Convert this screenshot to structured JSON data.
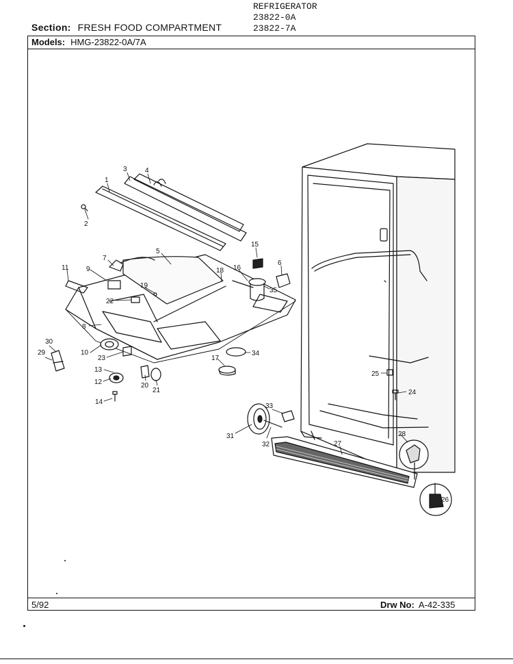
{
  "header": {
    "product": "REFRIGERATOR",
    "model_line_1": "23822-0A",
    "model_line_2": "23822-7A",
    "section_label": "Section:",
    "section_value": "FRESH FOOD COMPARTMENT",
    "models_label": "Models:",
    "models_value": "HMG-23822-0A/7A"
  },
  "footer": {
    "date": "5/92",
    "drw_label": "Drw No:",
    "drw_value": "A-42-335"
  },
  "callouts": [
    "1",
    "2",
    "3",
    "4",
    "5",
    "6",
    "7",
    "8",
    "9",
    "10",
    "11",
    "12",
    "13",
    "14",
    "15",
    "16",
    "17",
    "18",
    "19",
    "20",
    "21",
    "22",
    "23",
    "24",
    "25",
    "26",
    "27",
    "28",
    "29",
    "30",
    "31",
    "32",
    "33",
    "34",
    "35"
  ]
}
